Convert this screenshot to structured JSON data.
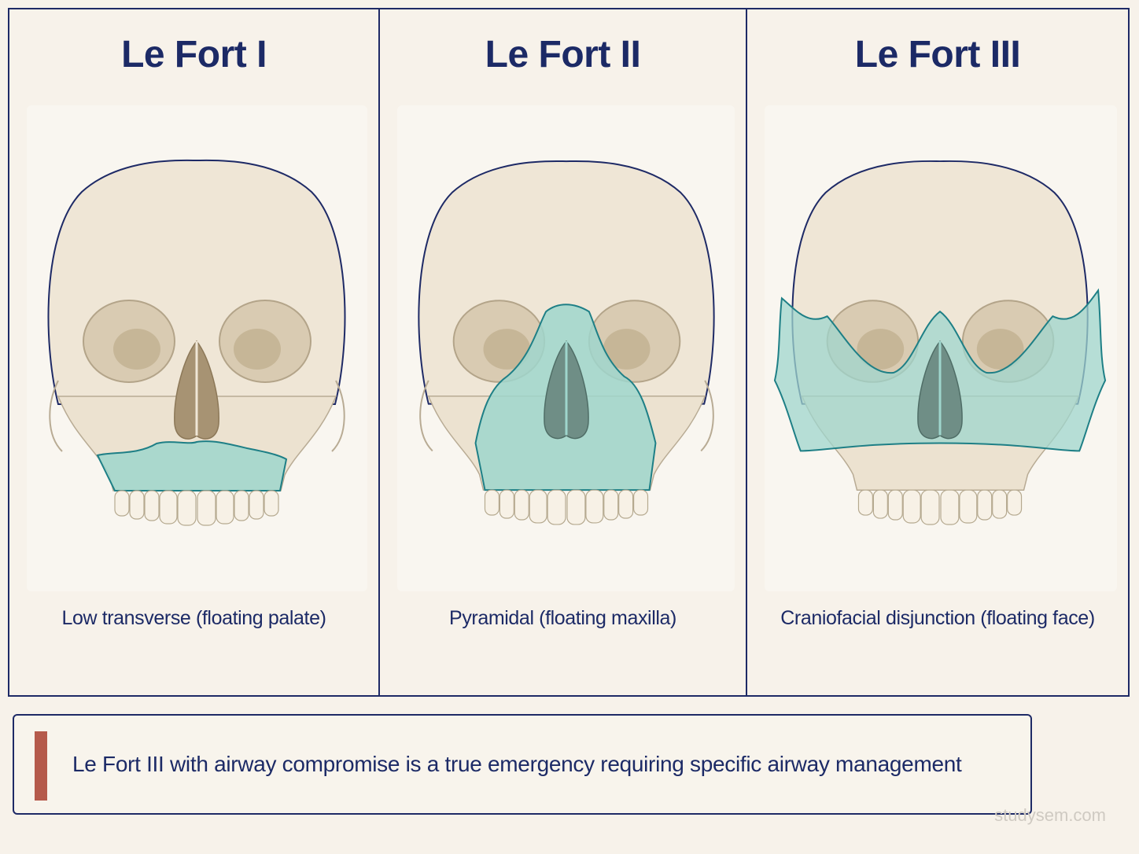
{
  "panels": [
    {
      "title": "Le Fort I",
      "caption": "Low transverse (floating palate)"
    },
    {
      "title": "Le Fort II",
      "caption": "Pyramidal (floating maxilla)"
    },
    {
      "title": "Le Fort III",
      "caption": "Craniofacial disjunction (floating face)"
    }
  ],
  "callout": {
    "text": "Le Fort III with airway compromise is a true emergency requiring specific airway management"
  },
  "watermark": "studysem.com",
  "colors": {
    "frame": "#1e2a66",
    "title": "#1c2a66",
    "bone": "#efe6d6",
    "fracture_fill": "#9fd6cd",
    "fracture_line": "#1e7f86",
    "accent_bar": "#b55a4b"
  }
}
